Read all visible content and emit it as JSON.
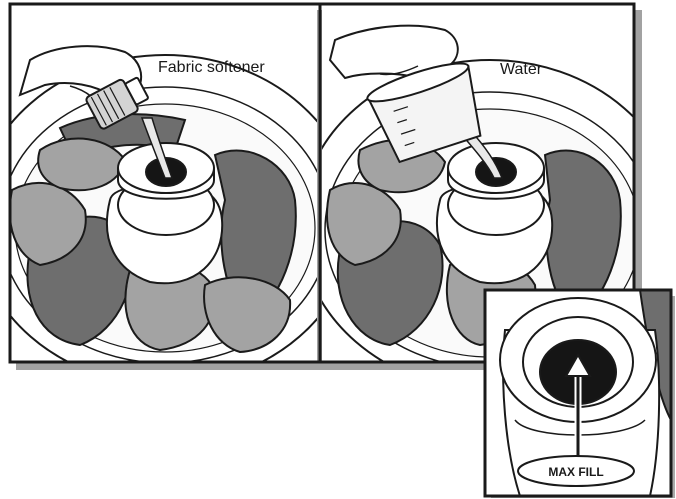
{
  "panels": [
    {
      "label": "Fabric softener"
    },
    {
      "label": "Water"
    }
  ],
  "inset": {
    "label": "MAX FILL"
  },
  "colors": {
    "outline": "#1a1a1a",
    "light_cloth": "#a3a3a3",
    "dark_cloth": "#6e6e6e",
    "liquid": "#e8e8e8",
    "hole": "#151515"
  }
}
